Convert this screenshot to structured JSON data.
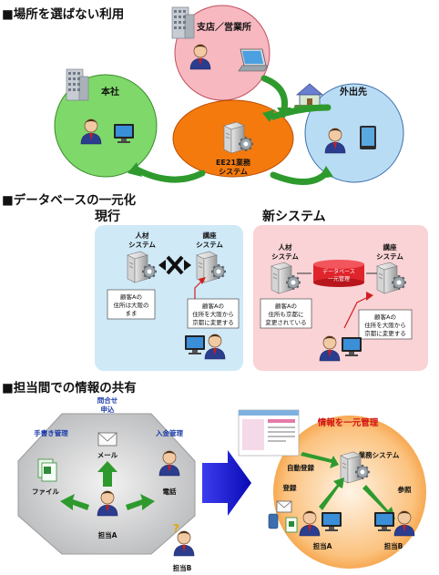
{
  "sections": [
    {
      "heading": "■場所を選ばない利用"
    },
    {
      "heading": "■データベースの一元化"
    },
    {
      "heading": "■担当間での情報の共有"
    }
  ],
  "location_diagram": {
    "branch_label": "支店／営業所",
    "hq_label": "本社",
    "outside_label": "外出先",
    "system_label_line1": "EE21業務",
    "system_label_line2": "システム"
  },
  "db_diagram": {
    "current_title": "現行",
    "new_title": "新システム",
    "current": {
      "hr_system_line1": "人材",
      "hr_system_line2": "システム",
      "course_system_line1": "講座",
      "course_system_line2": "システム",
      "note_left": [
        "顧客Aの",
        "住所は大阪の",
        "まま"
      ],
      "note_right": [
        "顧客Aの",
        "住所を大阪から",
        "京都に変更する"
      ]
    },
    "new": {
      "hr_system_line1": "人材",
      "hr_system_line2": "システム",
      "course_system_line1": "講座",
      "course_system_line2": "システム",
      "database_line1": "データベース",
      "database_line2": "一元管理",
      "note_left": [
        "顧客Aの",
        "住所も京都に",
        "変更されている"
      ],
      "note_right": [
        "顧客Aの",
        "住所を大阪から",
        "京都に変更する"
      ]
    }
  },
  "sharing_diagram": {
    "inquiry_line1": "問合せ",
    "inquiry_line2": "申込",
    "handwritten": "手書き管理",
    "payment": "入金管理",
    "mail": "メール",
    "file": "ファイル",
    "phone": "電話",
    "person_a": "担当A",
    "person_b": "担当B",
    "unified_title": "情報を一元管理",
    "business_system": "業務システム",
    "auto_register": "自動登録",
    "register": "登録",
    "reference": "参照",
    "person_a_right": "担当A",
    "person_b_right": "担当B"
  },
  "colors": {
    "hq_circle": "#7fd96a",
    "branch_circle": "#f7b8c0",
    "outside_circle": "#b9dcf5",
    "system_oval": "#f47a0e",
    "arrow_green": "#2e9a2e",
    "panel_blue": "#cfe9f7",
    "panel_pink": "#f9d3d6",
    "octagon": "#cfd0d2",
    "big_arrow": "#1414d8",
    "unified_circle": "#f5a24a"
  }
}
